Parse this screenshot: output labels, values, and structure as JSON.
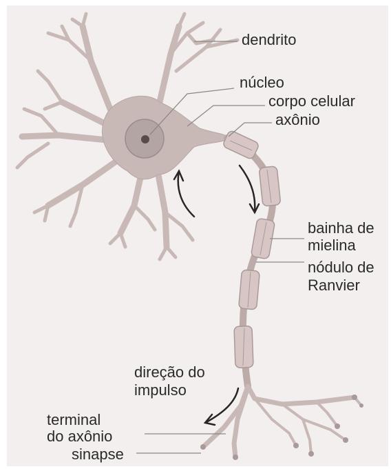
{
  "labels": {
    "dendrito": "dendrito",
    "nucleo": "núcleo",
    "corpo_celular": "corpo celular",
    "axonio": "axônio",
    "bainha_1": "bainha de",
    "bainha_2": "mielina",
    "nodulo_1": "nódulo de",
    "nodulo_2": "Ranvier",
    "direcao_1": "direção do",
    "direcao_2": "impulso",
    "terminal_1": "terminal",
    "terminal_2": "do axônio",
    "sinapse": "sinapse"
  },
  "colors": {
    "background": "#f2efee",
    "neuron_fill": "#c9b9b6",
    "neuron_stroke": "#a8999a",
    "nucleus": "#b3a5a3",
    "nucleolus": "#5a4a4a",
    "myelin": "#d8c6c4",
    "leader_line": "#8c8888",
    "arrow": "#2a2525"
  }
}
